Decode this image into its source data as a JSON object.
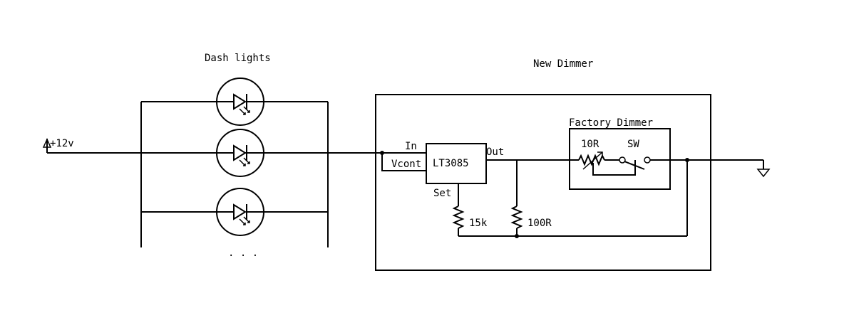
{
  "labels": {
    "supply": "+12v",
    "dash_lights": "Dash lights",
    "new_dimmer": "New Dimmer",
    "factory_dimmer": "Factory Dimmer",
    "in": "In",
    "vcont": "Vcont",
    "chip": "LT3085",
    "out": "Out",
    "set": "Set",
    "r_set": "15k",
    "r_load": "100R",
    "rheostat": "10R",
    "switch": "SW",
    "ellipsis": ". . ."
  }
}
